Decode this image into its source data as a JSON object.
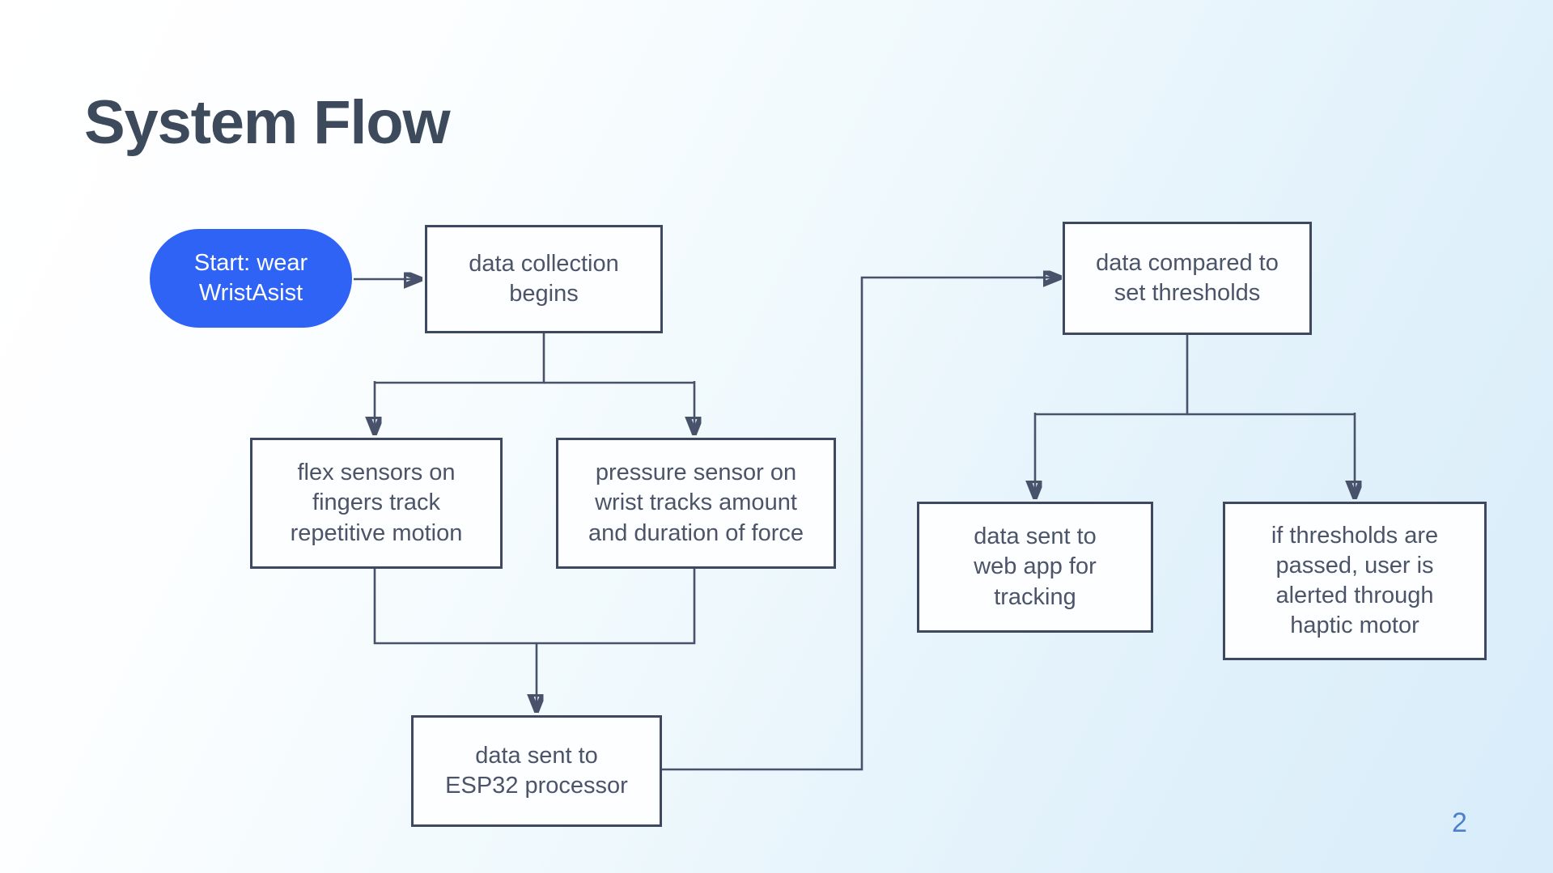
{
  "slide": {
    "title": "System Flow",
    "page_number": "2",
    "background_from": "#ffffff",
    "background_to": "#d8ecfa",
    "title_color": "#3d4a5c",
    "page_number_color": "#4d7fcb"
  },
  "diagram": {
    "type": "flowchart",
    "node_fill": "#fdfeff",
    "node_border_color": "#3f4861",
    "node_text_color": "#4b5468",
    "start_fill": "#2f63f5",
    "start_text_color": "#ffffff",
    "connector_color": "#49526b",
    "nodes": [
      {
        "id": "start",
        "shape": "pill",
        "label": "Start: wear\nWristAsist"
      },
      {
        "id": "collection",
        "shape": "rect",
        "label": "data collection\nbegins"
      },
      {
        "id": "flex",
        "shape": "rect",
        "label": "flex sensors on\nfingers track\nrepetitive motion"
      },
      {
        "id": "pressure",
        "shape": "rect",
        "label": "pressure sensor on\nwrist tracks amount\nand duration of force"
      },
      {
        "id": "esp32",
        "shape": "rect",
        "label": "data sent to\nESP32 processor"
      },
      {
        "id": "compared",
        "shape": "rect",
        "label": "data compared to\nset thresholds"
      },
      {
        "id": "webapp",
        "shape": "rect",
        "label": "data sent to\nweb app for\ntracking"
      },
      {
        "id": "haptic",
        "shape": "rect",
        "label": "if thresholds are\npassed, user is\nalerted through\nhaptic motor"
      }
    ],
    "edges": [
      {
        "from": "start",
        "to": "collection",
        "arrow": true
      },
      {
        "from": "collection",
        "to": "flex",
        "arrow": true
      },
      {
        "from": "collection",
        "to": "pressure",
        "arrow": true
      },
      {
        "from": "flex",
        "to": "esp32",
        "arrow": true
      },
      {
        "from": "pressure",
        "to": "esp32",
        "arrow": true
      },
      {
        "from": "esp32",
        "to": "compared",
        "arrow": true
      },
      {
        "from": "compared",
        "to": "webapp",
        "arrow": true
      },
      {
        "from": "compared",
        "to": "haptic",
        "arrow": true
      }
    ]
  }
}
